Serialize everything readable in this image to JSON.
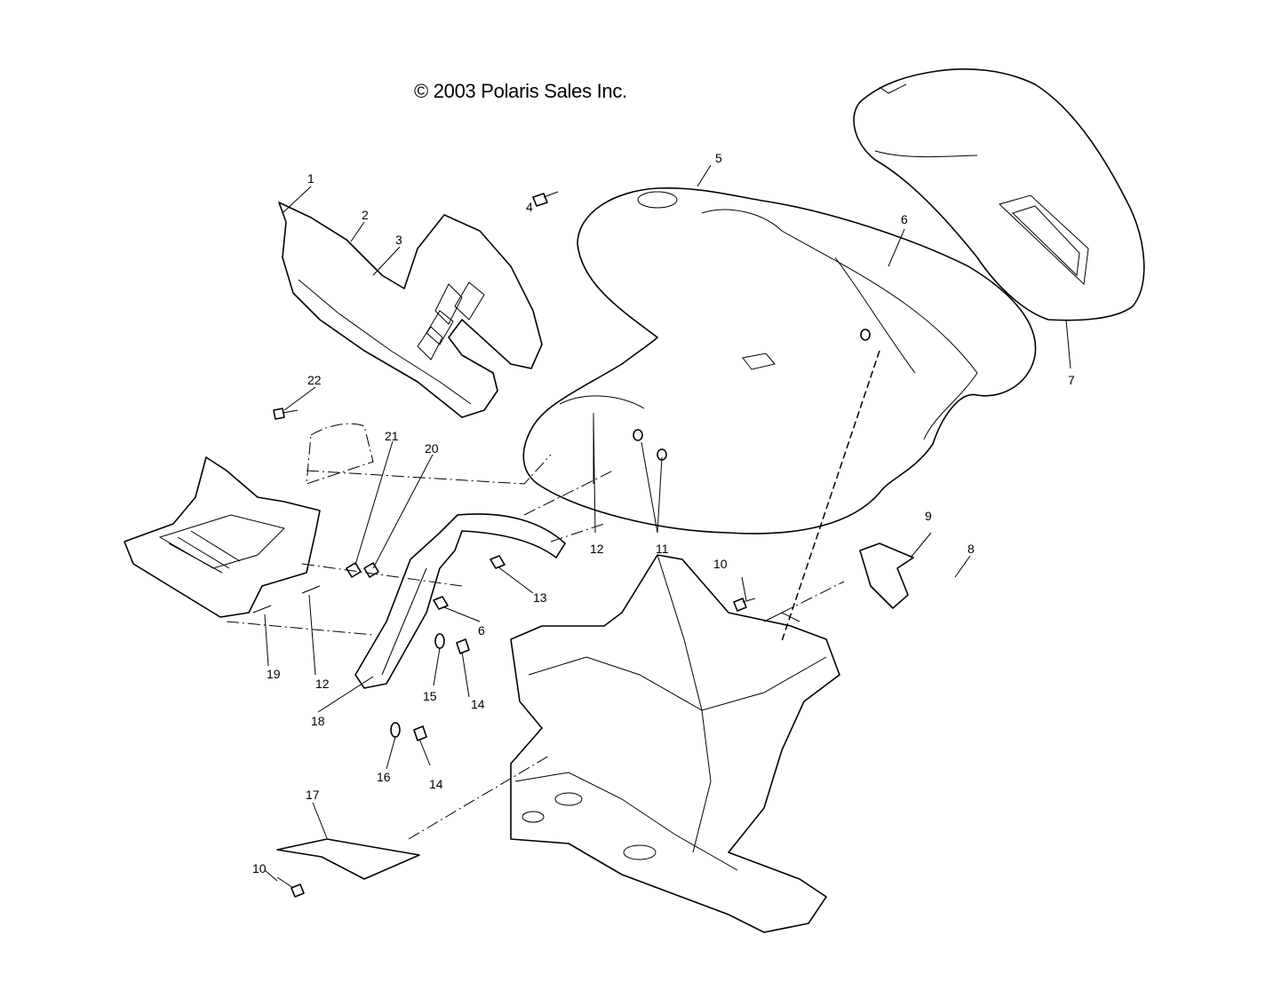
{
  "diagram": {
    "copyright": "© 2003 Polaris Sales Inc.",
    "callouts": [
      {
        "id": "c1",
        "text": "1"
      },
      {
        "id": "c2",
        "text": "2"
      },
      {
        "id": "c3",
        "text": "3"
      },
      {
        "id": "c4",
        "text": "4"
      },
      {
        "id": "c5",
        "text": "5"
      },
      {
        "id": "c6a",
        "text": "6"
      },
      {
        "id": "c6b",
        "text": "6"
      },
      {
        "id": "c7",
        "text": "7"
      },
      {
        "id": "c8",
        "text": "8"
      },
      {
        "id": "c9",
        "text": "9"
      },
      {
        "id": "c10a",
        "text": "10"
      },
      {
        "id": "c10b",
        "text": "10"
      },
      {
        "id": "c11",
        "text": "11"
      },
      {
        "id": "c12a",
        "text": "12"
      },
      {
        "id": "c12b",
        "text": "12"
      },
      {
        "id": "c13",
        "text": "13"
      },
      {
        "id": "c14a",
        "text": "14"
      },
      {
        "id": "c14b",
        "text": "14"
      },
      {
        "id": "c15",
        "text": "15"
      },
      {
        "id": "c16",
        "text": "16"
      },
      {
        "id": "c17",
        "text": "17"
      },
      {
        "id": "c18",
        "text": "18"
      },
      {
        "id": "c19",
        "text": "19"
      },
      {
        "id": "c20",
        "text": "20"
      },
      {
        "id": "c21",
        "text": "21"
      },
      {
        "id": "c22",
        "text": "22"
      }
    ]
  }
}
